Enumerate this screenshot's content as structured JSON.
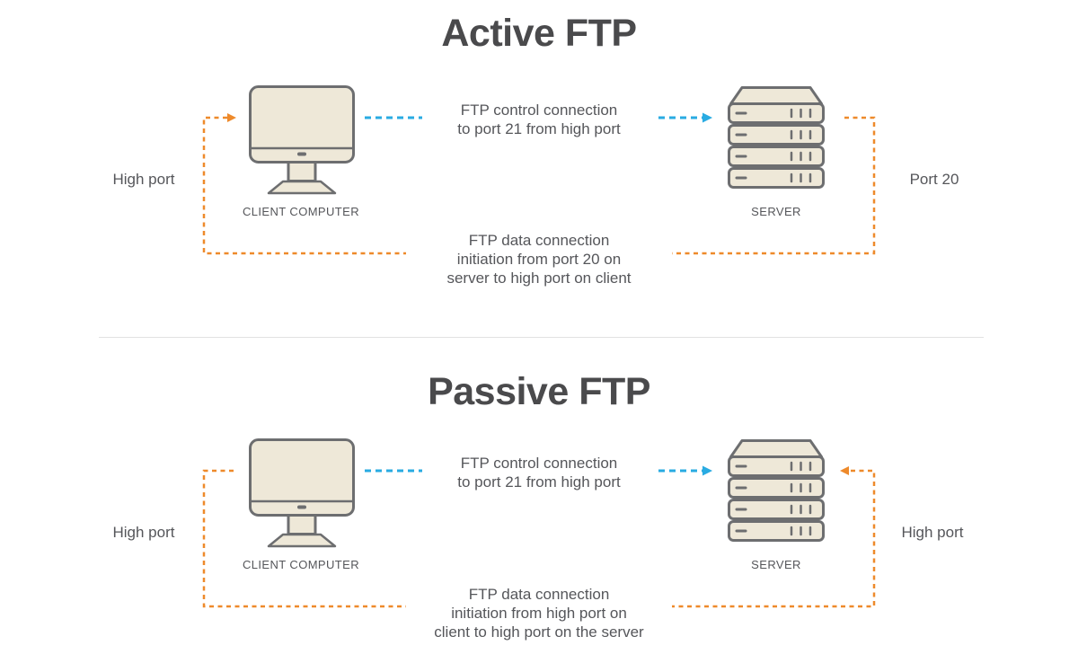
{
  "colors": {
    "control_connection_blue": "#29ABE2",
    "data_connection_orange": "#EE8A2B",
    "device_fill": "#EEE8D8",
    "device_stroke": "#6D6E70",
    "body_text": "#55565A",
    "title_text": "#4A4A4C",
    "divider": "#E2E2E2"
  },
  "icons": {
    "client": "desktop-computer-icon",
    "server": "server-stack-icon"
  },
  "sections": [
    {
      "title": "Active FTP",
      "client_label": "CLIENT COMPUTER",
      "server_label": "SERVER",
      "left_port": "High port",
      "right_port": "Port 20",
      "control": {
        "line1": "FTP control connection",
        "line2": "to port 21 from high port"
      },
      "data": {
        "line1": "FTP data connection",
        "line2": "initiation from port 20 on",
        "line3": "server to high port on client"
      }
    },
    {
      "title": "Passive FTP",
      "client_label": "CLIENT COMPUTER",
      "server_label": "SERVER",
      "left_port": "High port",
      "right_port": "High port",
      "control": {
        "line1": "FTP control connection",
        "line2": "to port 21 from high port"
      },
      "data": {
        "line1": "FTP data connection",
        "line2": "initiation from high port on",
        "line3": "client to high port on the server"
      }
    }
  ]
}
